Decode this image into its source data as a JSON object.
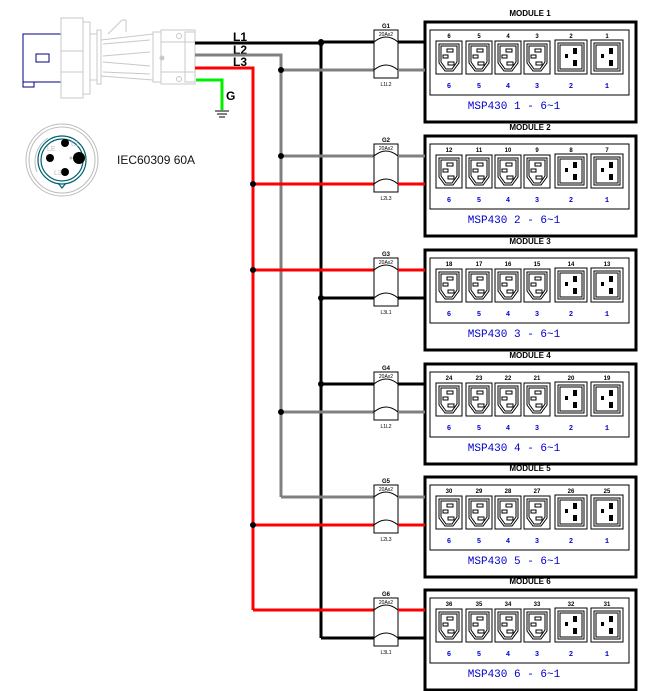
{
  "title": "PDU wiring diagram",
  "colors": {
    "L1": "#000000",
    "L2": "#808080",
    "L3": "#ff0000",
    "G": "#00ee00",
    "plug_outline": "#c8c8c8",
    "plug_blue": "#000080",
    "socket_teal": "#006070",
    "module_text_blue": "#0000cc"
  },
  "plug": {
    "lines": [
      "L1",
      "L2",
      "L3"
    ],
    "ground_label": "G",
    "label": "IEC60309 60A",
    "face_pins": [
      "L1",
      "L2",
      "L3",
      "G"
    ]
  },
  "modules": [
    {
      "title": "MODULE 1",
      "breaker": {
        "name": "G1",
        "rating": "20Ax2",
        "phases": "L1L2"
      },
      "feed": [
        "L1",
        "L2"
      ],
      "outlets_top": [
        "6",
        "5",
        "4",
        "3",
        "2",
        "1"
      ],
      "outlets_bottom": [
        "6",
        "5",
        "4",
        "3",
        "2",
        "1"
      ],
      "model": "MSP430 1 - 6~1"
    },
    {
      "title": "MODULE 2",
      "breaker": {
        "name": "G2",
        "rating": "20Ax2",
        "phases": "L2L3"
      },
      "feed": [
        "L2",
        "L3"
      ],
      "outlets_top": [
        "12",
        "11",
        "10",
        "9",
        "8",
        "7"
      ],
      "outlets_bottom": [
        "6",
        "5",
        "4",
        "3",
        "2",
        "1"
      ],
      "model": "MSP430 2 - 6~1"
    },
    {
      "title": "MODULE 3",
      "breaker": {
        "name": "G3",
        "rating": "20Ax2",
        "phases": "L3L1"
      },
      "feed": [
        "L3",
        "L1"
      ],
      "outlets_top": [
        "18",
        "17",
        "16",
        "15",
        "14",
        "13"
      ],
      "outlets_bottom": [
        "6",
        "5",
        "4",
        "3",
        "2",
        "1"
      ],
      "model": "MSP430 3 - 6~1"
    },
    {
      "title": "MODULE 4",
      "breaker": {
        "name": "G4",
        "rating": "20Ax2",
        "phases": "L1L2"
      },
      "feed": [
        "L1",
        "L2"
      ],
      "outlets_top": [
        "24",
        "23",
        "22",
        "21",
        "20",
        "19"
      ],
      "outlets_bottom": [
        "6",
        "5",
        "4",
        "3",
        "2",
        "1"
      ],
      "model": "MSP430 4 - 6~1"
    },
    {
      "title": "MODULE 5",
      "breaker": {
        "name": "G5",
        "rating": "20Ax2",
        "phases": "L2L3"
      },
      "feed": [
        "L2",
        "L3"
      ],
      "outlets_top": [
        "30",
        "29",
        "28",
        "27",
        "26",
        "25"
      ],
      "outlets_bottom": [
        "6",
        "5",
        "4",
        "3",
        "2",
        "1"
      ],
      "model": "MSP430 5 - 6~1"
    },
    {
      "title": "MODULE 6",
      "breaker": {
        "name": "G6",
        "rating": "20Ax2",
        "phases": "L3L1"
      },
      "feed": [
        "L3",
        "L1"
      ],
      "outlets_top": [
        "36",
        "35",
        "34",
        "33",
        "32",
        "31"
      ],
      "outlets_bottom": [
        "6",
        "5",
        "4",
        "3",
        "2",
        "1"
      ],
      "model": "MSP430 6 - 6~1"
    }
  ],
  "outlet_types": [
    "C13",
    "C13",
    "C13",
    "C13",
    "C19",
    "C19"
  ]
}
